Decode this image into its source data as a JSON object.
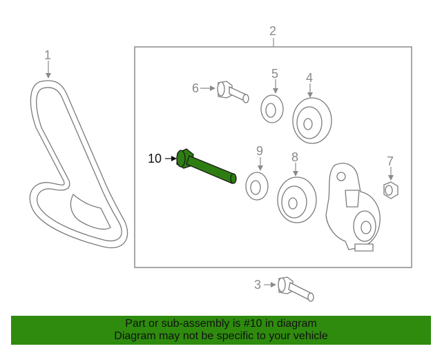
{
  "diagram": {
    "callouts": {
      "belt": "1",
      "assembly": "2",
      "bolt_lower": "3",
      "pulley_upper": "4",
      "washer_upper": "5",
      "bolt_upper": "6",
      "nut": "7",
      "pulley_lower": "8",
      "washer_lower": "9",
      "highlighted_bolt": "10"
    },
    "highlight_color": "#2e7d12",
    "line_color": "#7a7a7a"
  },
  "footer": {
    "line1": "Part or sub-assembly is #10 in diagram",
    "line2": "Diagram may not be specific to your vehicle",
    "background": "#2e8b0e"
  }
}
